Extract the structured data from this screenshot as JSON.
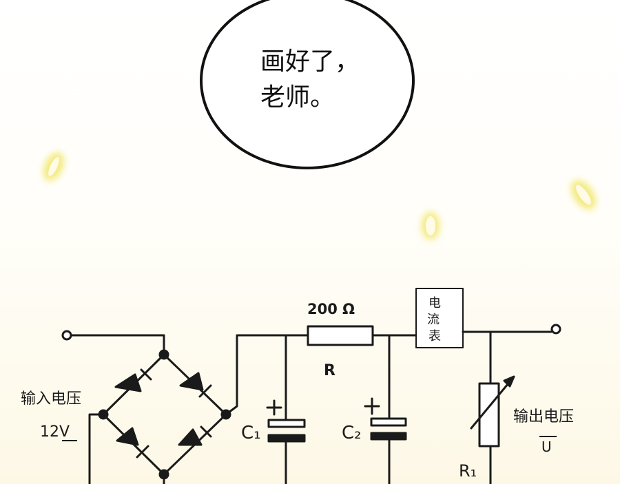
{
  "speech_bubble": {
    "line1": "画好了，",
    "line2": "老师。"
  },
  "circuit": {
    "resistor_value": "200 Ω",
    "resistor_label": "R",
    "ammeter_label": "电流表",
    "input_label": "输入电压",
    "input_voltage": "12V",
    "capacitor1_label": "C₁",
    "capacitor2_label": "C₂",
    "output_label": "输出电压",
    "output_symbol": "U",
    "rheostat_label": "R₁"
  },
  "colors": {
    "ink": "#1a1a1a",
    "sparkle_glow": "#f3ea7a",
    "background_tint": "#fdf8e6"
  }
}
